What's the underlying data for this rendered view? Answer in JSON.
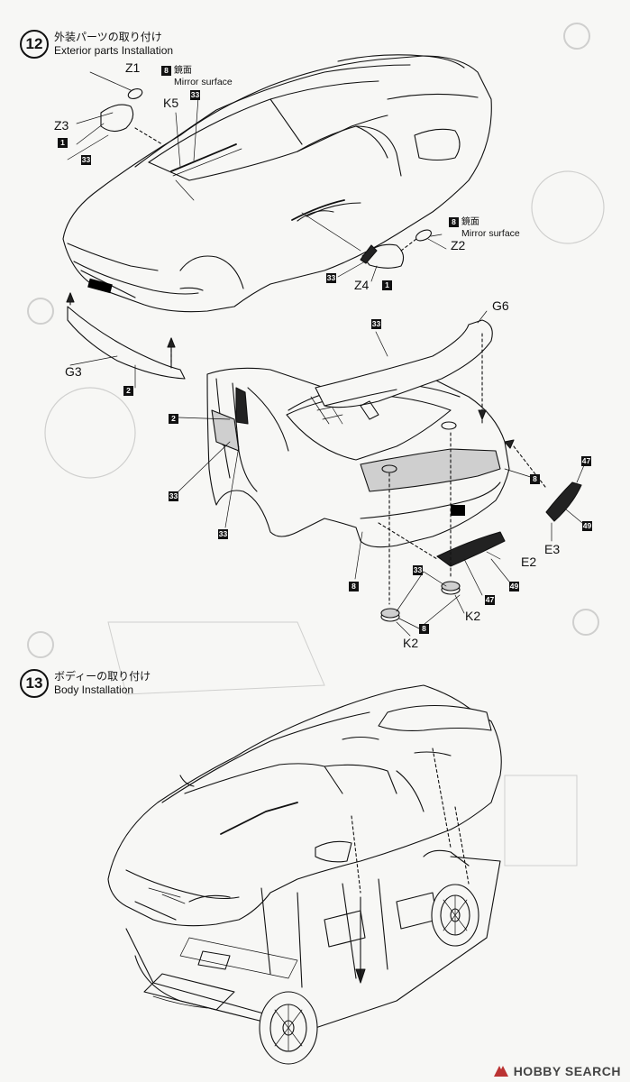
{
  "step12": {
    "number": "12",
    "title_jp": "外装パーツの取り付け",
    "title_en": "Exterior parts Installation"
  },
  "step13": {
    "number": "13",
    "title_jp": "ボディーの取り付け",
    "title_en": "Body Installation"
  },
  "mirror_note_left": {
    "part": "8",
    "jp": "鏡面",
    "en": "Mirror surface"
  },
  "mirror_note_right": {
    "part": "8",
    "jp": "鏡面",
    "en": "Mirror surface"
  },
  "labels": {
    "z1": "Z1",
    "z3": "Z3",
    "k5": "K5",
    "z2": "Z2",
    "z4": "Z4",
    "g3": "G3",
    "g6": "G6",
    "e2": "E2",
    "e3": "E3",
    "k2a": "K2",
    "k2b": "K2"
  },
  "parts": {
    "p33_a": "33",
    "p1_a": "1",
    "p33_b": "33",
    "p33_c": "33",
    "p1_b": "1",
    "p2_a": "2",
    "p33_d": "33",
    "p2_b": "2",
    "p33_e": "33",
    "p33_f": "33",
    "p8_a": "8",
    "p47_a": "47",
    "p49_a": "49",
    "p8_b": "8",
    "p33_g": "33",
    "p49_b": "49",
    "p47_b": "47",
    "p8_c": "8"
  },
  "watermark": {
    "text": "HOBBY SEARCH"
  }
}
